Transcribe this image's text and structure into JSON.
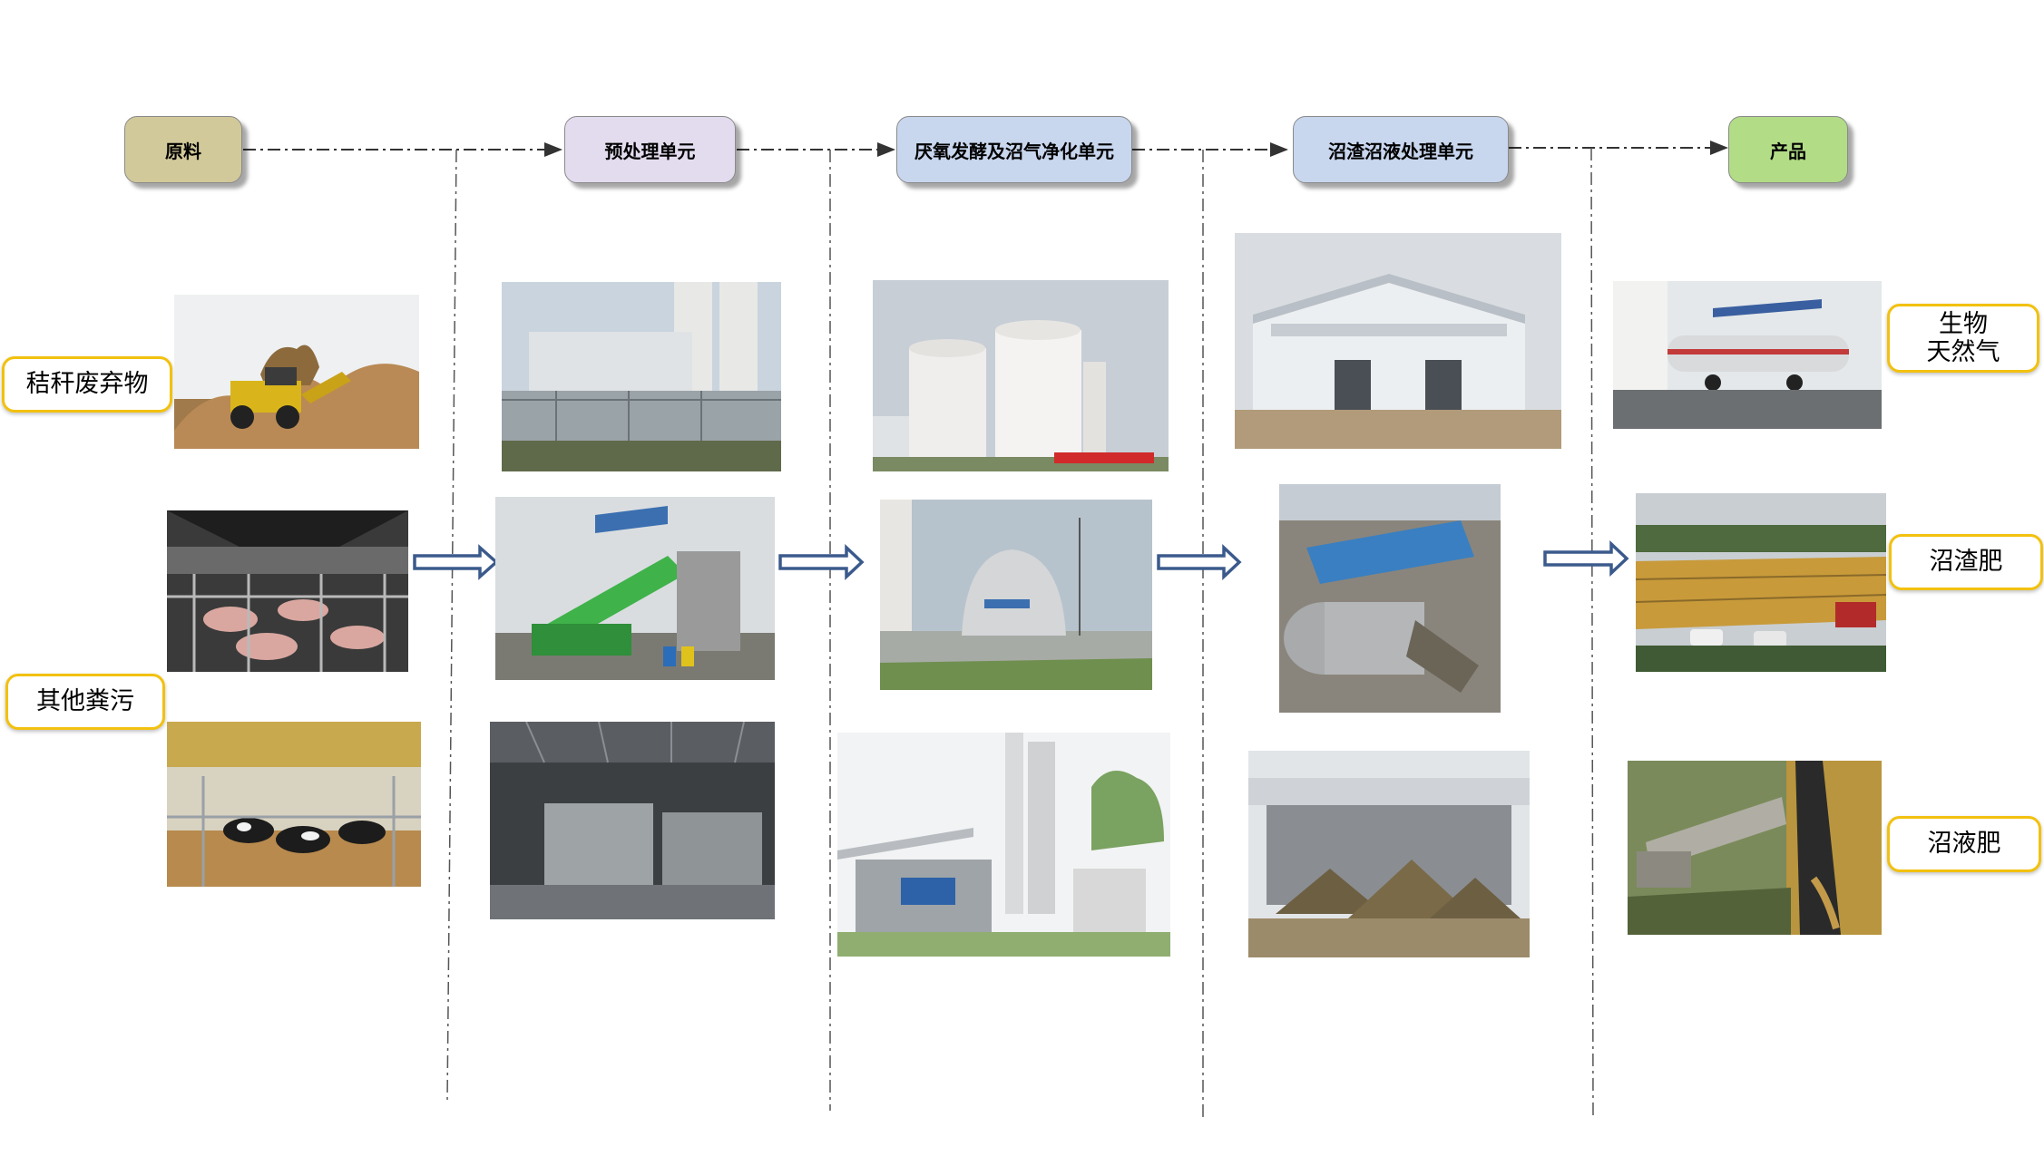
{
  "stages": [
    {
      "id": "raw",
      "label": "原料",
      "color": "#d2c99a"
    },
    {
      "id": "pre",
      "label": "预处理单元",
      "color": "#e3dbee"
    },
    {
      "id": "ana",
      "label": "厌氧发酵及沼气净化单元",
      "color": "#c8d6ee"
    },
    {
      "id": "res",
      "label": "沼渣沼液处理单元",
      "color": "#c8d6ee"
    },
    {
      "id": "prod",
      "label": "产品",
      "color": "#b2dc86"
    }
  ],
  "inputs": {
    "straw": "秸秆废弃物",
    "manure": "其他粪污"
  },
  "products": {
    "biogas": "生物\n天然气",
    "residue": "沼渣肥",
    "slurry": "沼液肥"
  },
  "colors": {
    "label_border": "#f2c10f",
    "arrow_stroke": "#3b5a8c",
    "dash_line": "#555555"
  },
  "photos": [
    {
      "id": "straw-pile",
      "desc": "straw pile loader"
    },
    {
      "id": "pig-barn",
      "desc": "pig farm barn"
    },
    {
      "id": "cow-barn",
      "desc": "cattle barn"
    },
    {
      "id": "pretreat-tank",
      "desc": "pretreatment pool with silos"
    },
    {
      "id": "crusher",
      "desc": "green conveyor crusher"
    },
    {
      "id": "mixing-pool",
      "desc": "indoor mixing tanks"
    },
    {
      "id": "digester-tanks",
      "desc": "white fermentation tanks"
    },
    {
      "id": "gas-holder",
      "desc": "biogas holder dome"
    },
    {
      "id": "purification",
      "desc": "gas purification tower"
    },
    {
      "id": "workshop",
      "desc": "residue workshop building"
    },
    {
      "id": "separator",
      "desc": "screw separator"
    },
    {
      "id": "compost",
      "desc": "compost piles"
    },
    {
      "id": "gas-truck",
      "desc": "gas tanker truck"
    },
    {
      "id": "fertilizer-field",
      "desc": "fertilizer drying field"
    },
    {
      "id": "slurry-truck",
      "desc": "slurry tanker irrigation"
    }
  ]
}
